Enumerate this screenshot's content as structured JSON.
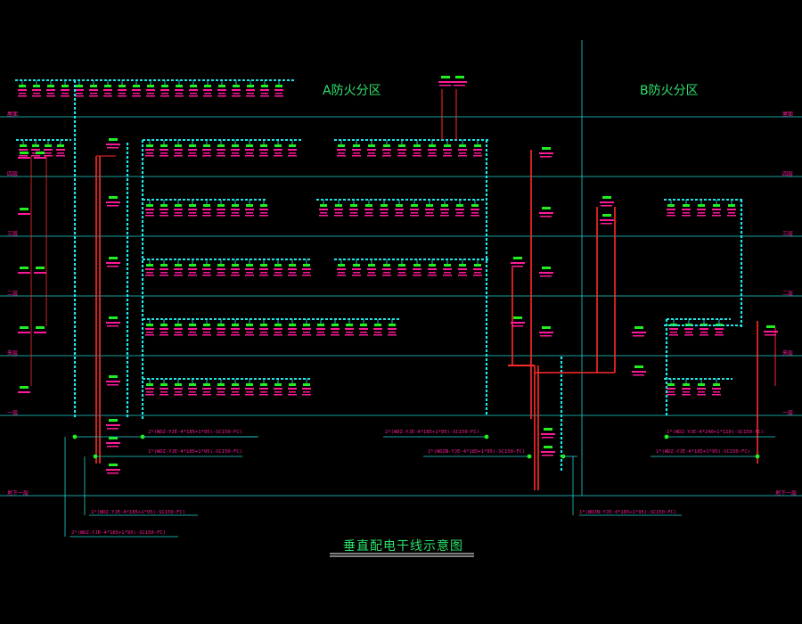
{
  "title": "垂直配电干线示意图",
  "zones": {
    "a": "A防火分区",
    "b": "B防火分区"
  },
  "colors": {
    "background": "#000000",
    "grid": "#21d4d4",
    "riser": "#ff2a2a",
    "busway": "#22e6e6",
    "label": "#ff1a9a",
    "equipment": "#22ee22",
    "title": "#2de06a"
  },
  "floors_left": [
    "屋面",
    "四层",
    "三层",
    "二层",
    "夹层",
    "一层",
    "地下一层"
  ],
  "floors_right": [
    "屋面",
    "四层",
    "三层",
    "二层",
    "夹层",
    "一层",
    "地下一层"
  ],
  "cable_notes": [
    "2*(WDZ-YJE-4*185+1*95)-SC150-FC)",
    "1*(WDZ-YJE-4*185+1*95)-SC150-FC)",
    "1*(WDZ-YJE-4*185+1*95)-SC150-FC)",
    "2*(WDZ-YJE-4*185+1*95)-SC150-FC)",
    "2*(WDZ-YJE-4*185+1*95)-SC150-FC)",
    "1*(WDZN-YJE-4*185+1*95)-SC150-FC)",
    "1*(WDZ-YJE-4*240+1*120)-SC150-FC)",
    "1*(WDZ-YJE-4*185+1*95)-SC150-FC)",
    "1*(WDZN-YJE-4*185+1*95)-SC150-FC)"
  ]
}
